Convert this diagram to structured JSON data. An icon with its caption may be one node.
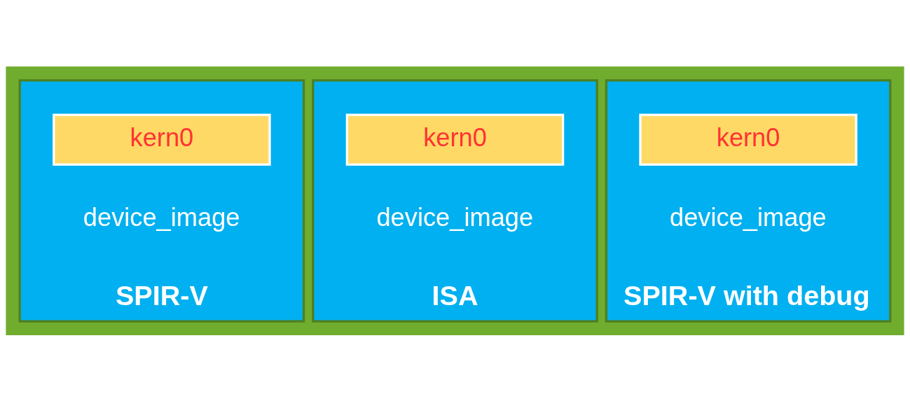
{
  "diagram": {
    "nodes": [
      {
        "text": [
          "device_image",
          "SPIR-V"
        ]
      },
      {
        "text": [
          "kern0"
        ],
        "in": 0
      },
      {
        "text": [
          "device_image",
          "ISA"
        ]
      },
      {
        "text": [
          "kern0"
        ],
        "in": 2
      },
      {
        "text": [
          "device_image",
          "SPIR-V with debug"
        ]
      },
      {
        "text": [
          "kern0"
        ],
        "in": 4
      }
    ],
    "edges": []
  }
}
